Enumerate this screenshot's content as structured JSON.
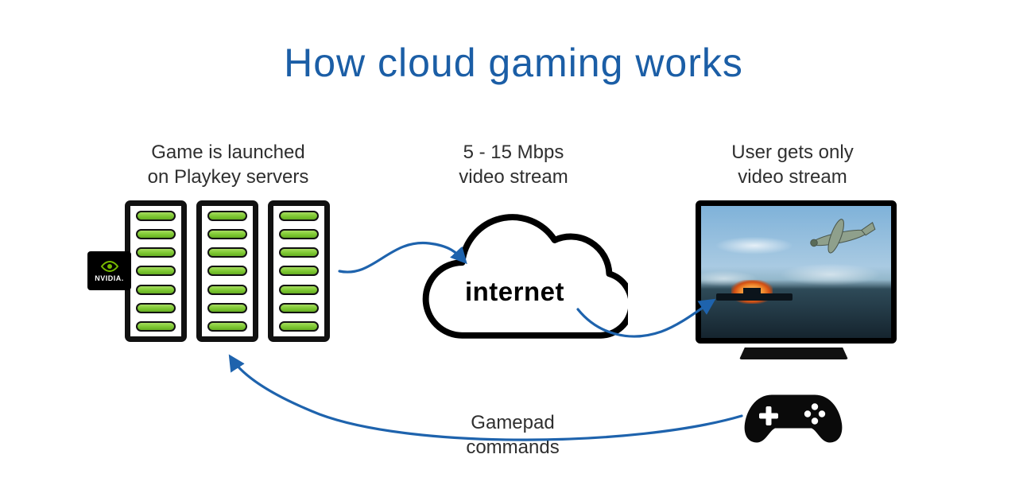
{
  "title": "How cloud gaming works",
  "labels": {
    "servers": [
      "Game is launched",
      "on Playkey servers"
    ],
    "bandwidth": [
      "5 - 15 Mbps",
      "video stream"
    ],
    "user": [
      "User gets only",
      "video stream"
    ],
    "gamepad": [
      "Gamepad",
      "commands"
    ]
  },
  "cloud": {
    "label": "internet"
  },
  "nvidia_badge": {
    "label": "NVIDIA."
  },
  "colors": {
    "title_blue": "#1b5ea6",
    "arrow_blue": "#1e63ad",
    "server_slot_green": "#7dc832",
    "nvidia_green": "#76b900",
    "outline_black": "#000000"
  },
  "icons": {
    "servers": "server-rack-icon",
    "cloud": "cloud-outline-icon",
    "monitor": "monitor-icon",
    "gamepad": "gamepad-icon",
    "nvidia": "nvidia-eye-icon",
    "plane": "fighter-plane-illustration"
  }
}
